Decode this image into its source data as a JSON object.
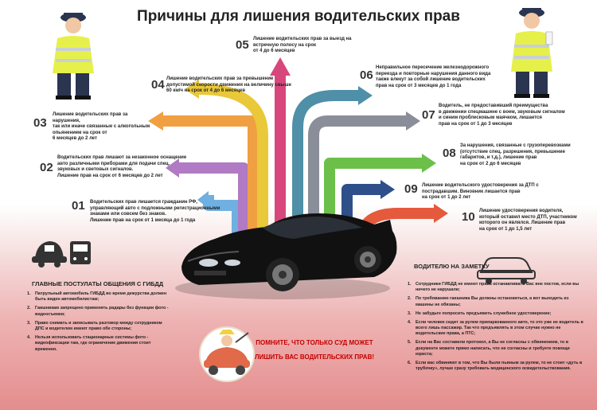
{
  "title": "Причины для лишения водительских прав",
  "reasons": [
    {
      "num": "01",
      "text": [
        "Водительских прав лишается гражданин РФ,",
        "управляющий авто с подложными регистрационными",
        "знаками или совсем без знаков.",
        "Лишение прав на срок от 1 месяца до 1 года"
      ]
    },
    {
      "num": "02",
      "text": [
        "Водительских прав лишают за незаконное оснащение",
        "авто различными приборами для подачи спец.",
        "звуковых и световых сигналов.",
        "Лишение прав на срок от 6 месяцев до 2 лет"
      ]
    },
    {
      "num": "03",
      "text": [
        "Лишение водительских прав за нарушения,",
        "так или иначе связанные с алкогольным",
        "опьянением на срок от",
        "6 месяцев до 2 лет"
      ]
    },
    {
      "num": "04",
      "text": [
        "Лишение водительских прав за превышение",
        "допустимой скорости движения на величину свыше",
        "60 км/ч на срок от 4 до 6 месяцев"
      ]
    },
    {
      "num": "05",
      "text": [
        "Лишение водительских прав за выезд на",
        "встречную полосу на срок",
        "от 4 до 6 месяцев"
      ]
    },
    {
      "num": "06",
      "text": [
        "Неправильное пересечение железнодорожного",
        "переезда и повторные нарушения данного вида",
        "также влекут за собой лишение водительских",
        "прав на срок от 3 месяцев до 1 года"
      ]
    },
    {
      "num": "07",
      "text": [
        "Водитель, не предоставивший преимущества",
        "в движении спецмашине с воем, звуковым сигналом",
        "и синим проблесковым маячком, лишается",
        "прав на срок от 1 до 3 месяцев"
      ]
    },
    {
      "num": "08",
      "text": [
        "За нарушения, связанные с грузоперевозками",
        "(отсутствие спец. разрешения, превышение",
        "габаритов, и т.д.), лишение прав",
        "на срок от 2 до 6 месяцев"
      ]
    },
    {
      "num": "09",
      "text": [
        "Лишение водительского удостоверения за ДТП с",
        "пострадавшим. Виновник лишается прав",
        "на срок от 1 до 2 лет"
      ]
    },
    {
      "num": "10",
      "text": [
        "Лишение удостоверения водителя,",
        "который оставил место ДТП, участником",
        "которого он являлся. Лишение прав",
        "на срок от 1 до 1,5 лет"
      ]
    }
  ],
  "left_section": {
    "title": "ГЛАВНЫЕ ПОСТУЛАТЫ ОБЩЕНИЯ С ГИБДД",
    "items": [
      {
        "n": "1.",
        "text": "Патрульный автомобиль ГИБДД во время дежурства должен быть виден автомобилистам;"
      },
      {
        "n": "2.",
        "text": "Гаишникам запрещено применять радары без функции фото - видеосъемки;"
      },
      {
        "n": "3.",
        "text": "Право снимать и записывать разговор между сотрудником ДПС и водителем имеют право обе стороны;"
      },
      {
        "n": "4.",
        "text": "Нельзя использовать стационарные системы фото - видеофиксации там, где ограничение движения стоит временно."
      }
    ]
  },
  "right_section": {
    "title": "ВОДИТЕЛЮ НА ЗАМЕТКУ",
    "items": [
      {
        "n": "1.",
        "text": "Сотрудники ГИБДД не имеют права останавливать Вас вне постов, если вы ничего не нарушали;"
      },
      {
        "n": "2.",
        "text": "По требованию гаишника Вы должны остановиться, а вот выходить из машины не обязаны;"
      },
      {
        "n": "3.",
        "text": "Не забудьте попросить предъявить служебное удостоверение;"
      },
      {
        "n": "4.",
        "text": "Если человек сидит за рулем припаркованного авто, то это уже не водитель в всего лишь пассажир. Так что предъявлять в этом случае нужно не водительские права, а ПТС;"
      },
      {
        "n": "5.",
        "text": "Если на Вас составили протокол, а Вы не согласны с обвинением, то в документе можете прямо написать, что не согласны и требуете помощи юриста;"
      },
      {
        "n": "6.",
        "text": "Если вас обвиняют в том, что Вы были пьяным за рулем, то не стоит «дуть в трубочку», лучше сразу требовать медицинского освидетельствования."
      }
    ]
  },
  "warning": [
    "ПОМНИТЕ, ЧТО ТОЛЬКО СУД МОЖЕТ",
    "ЛИШИТЬ ВАС ВОДИТЕЛЬСКИХ ПРАВ!"
  ],
  "colors": {
    "arrow_blue": "#6fb0e0",
    "arrow_purple": "#b07ac4",
    "arrow_orange": "#f0a042",
    "arrow_yellow": "#e9c83a",
    "arrow_pink": "#d8477c",
    "arrow_teal": "#4f8fa8",
    "arrow_green": "#6cc04a",
    "arrow_navy": "#2f4f8a",
    "arrow_gray": "#8a8e98",
    "arrow_red": "#e55a3c"
  }
}
